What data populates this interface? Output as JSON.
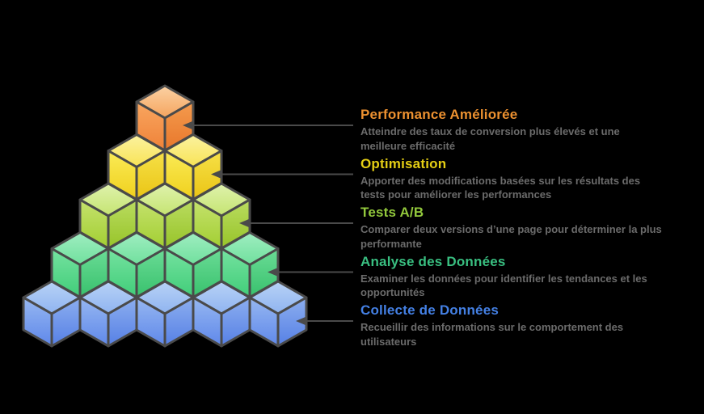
{
  "canvas": {
    "background": "#000000"
  },
  "pyramid": {
    "outline_color": "#4A4A4A",
    "arrow_color": "#4A4A4A",
    "description_text_color": "#6B6B6B"
  },
  "levels": [
    {
      "id": "performance-amelioree",
      "title": "Performance Améliorée",
      "title_color": "#EC9130",
      "description": "Atteindre des taux de conversion plus élevés et une\nmeilleure efficacité",
      "cube_count": 1,
      "cube_colors": {
        "top": [
          "#FBD2A4",
          "#F5A45E"
        ],
        "left": [
          "#F9A660",
          "#EF8238"
        ],
        "right": [
          "#F49B4E",
          "#E8772B"
        ]
      }
    },
    {
      "id": "optimisation",
      "title": "Optimisation",
      "title_color": "#E4CE14",
      "description": "Apporter des modifications basées sur les résultats des\ntests pour améliorer les performances",
      "cube_count": 2,
      "cube_colors": {
        "top": [
          "#FBF2A0",
          "#F8E355"
        ],
        "left": [
          "#FAEB57",
          "#F0D01C"
        ],
        "right": [
          "#F6E148",
          "#EAC414"
        ]
      }
    },
    {
      "id": "tests-ab",
      "title": "Tests A/B",
      "title_color": "#92C83C",
      "description": "Comparer deux versions d’une page pour déterminer la plus\nperformante",
      "cube_count": 3,
      "cube_colors": {
        "top": [
          "#DFF2AD",
          "#C5E471"
        ],
        "left": [
          "#C5E26D",
          "#A2CE32"
        ],
        "right": [
          "#BADC60",
          "#97C429"
        ]
      }
    },
    {
      "id": "analyse-des-donnees",
      "title": "Analyse des Données",
      "title_color": "#39BF81",
      "description": "Examiner les données pour identifier les tendances et les\nopportunités",
      "cube_count": 4,
      "cube_colors": {
        "top": [
          "#9FEDC1",
          "#70E09D"
        ],
        "left": [
          "#75E2A0",
          "#41CD79"
        ],
        "right": [
          "#6BDC96",
          "#38C16D"
        ]
      }
    },
    {
      "id": "collecte-de-donnees",
      "title": "Collecte de Données",
      "title_color": "#4480E4",
      "description": "Recueillir des informations sur le comportement des\nutilisateurs",
      "cube_count": 5,
      "cube_colors": {
        "top": [
          "#B7D2F6",
          "#90B4F0"
        ],
        "left": [
          "#96B7F1",
          "#5F88EA"
        ],
        "right": [
          "#8CAEEF",
          "#5680E5"
        ]
      }
    }
  ]
}
